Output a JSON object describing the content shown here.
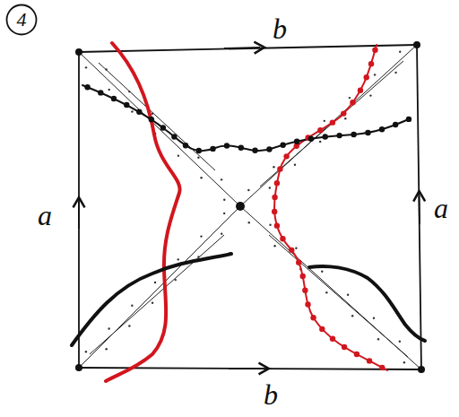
{
  "diagram": {
    "nodes": [
      {
        "text": [
          "4"
        ]
      }
    ],
    "labels": [
      "b",
      "a",
      "a",
      "b"
    ]
  }
}
